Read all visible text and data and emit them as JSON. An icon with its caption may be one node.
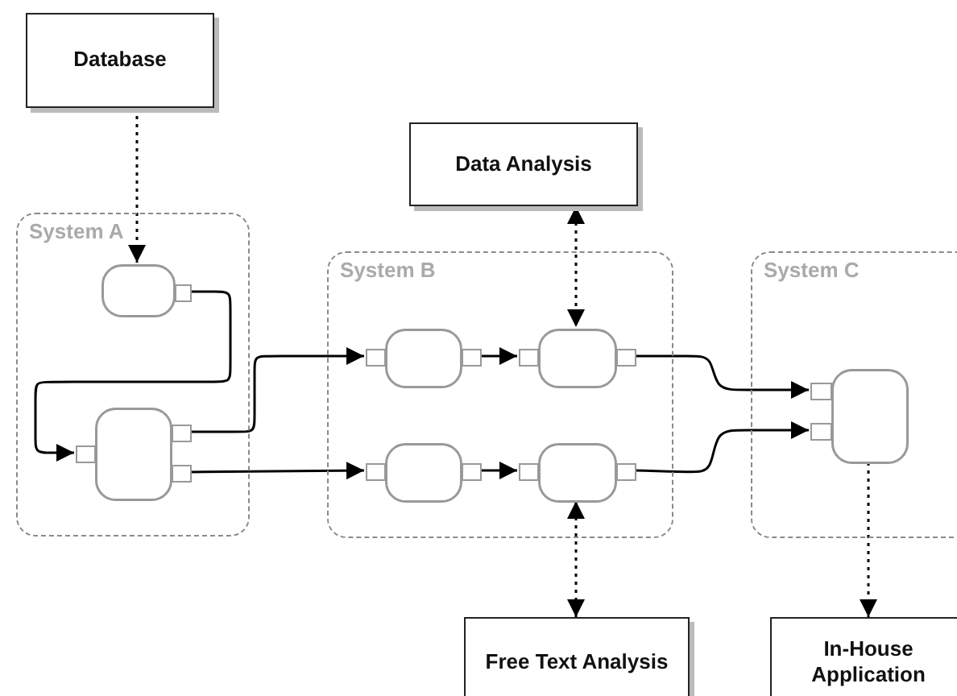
{
  "diagram": {
    "nodes": [
      {
        "text": [
          "Database"
        ]
      },
      {
        "text": [
          "Data Analysis"
        ]
      },
      {
        "text": [
          "System A"
        ]
      },
      {
        "text": [],
        "shape": "box",
        "in": 2
      },
      {
        "text": [],
        "shape": "box",
        "in": 2
      },
      {
        "text": [
          "System B"
        ]
      },
      {
        "text": [],
        "shape": "box",
        "in": 5
      },
      {
        "text": [],
        "shape": "box",
        "in": 5
      },
      {
        "text": [],
        "shape": "box",
        "in": 5
      },
      {
        "text": [],
        "shape": "box",
        "in": 5
      },
      {
        "text": [
          "System C"
        ]
      },
      {
        "text": [],
        "shape": "box",
        "in": 10
      },
      {
        "text": [
          "Free Text Analysis"
        ]
      },
      {
        "text": [
          "In-House Application"
        ]
      }
    ],
    "edges": [
      {
        "from": 0,
        "to": 3,
        "arrow": "to",
        "style": "dashed"
      },
      {
        "from": 3,
        "to": 4,
        "arrow": "to"
      },
      {
        "from": 4,
        "to": 6,
        "arrow": "to"
      },
      {
        "from": 4,
        "to": 8,
        "arrow": "to"
      },
      {
        "from": 6,
        "to": 7,
        "arrow": "to"
      },
      {
        "from": 8,
        "to": 9,
        "arrow": "to"
      },
      {
        "from": 7,
        "to": 11,
        "arrow": "to"
      },
      {
        "from": 9,
        "to": 11,
        "arrow": "to"
      },
      {
        "from": 1,
        "to": 7,
        "arrow": "both",
        "style": "dashed"
      },
      {
        "from": 9,
        "to": 12,
        "arrow": "both",
        "style": "dashed"
      },
      {
        "from": 11,
        "to": 13,
        "arrow": "to",
        "style": "dashed"
      }
    ]
  }
}
